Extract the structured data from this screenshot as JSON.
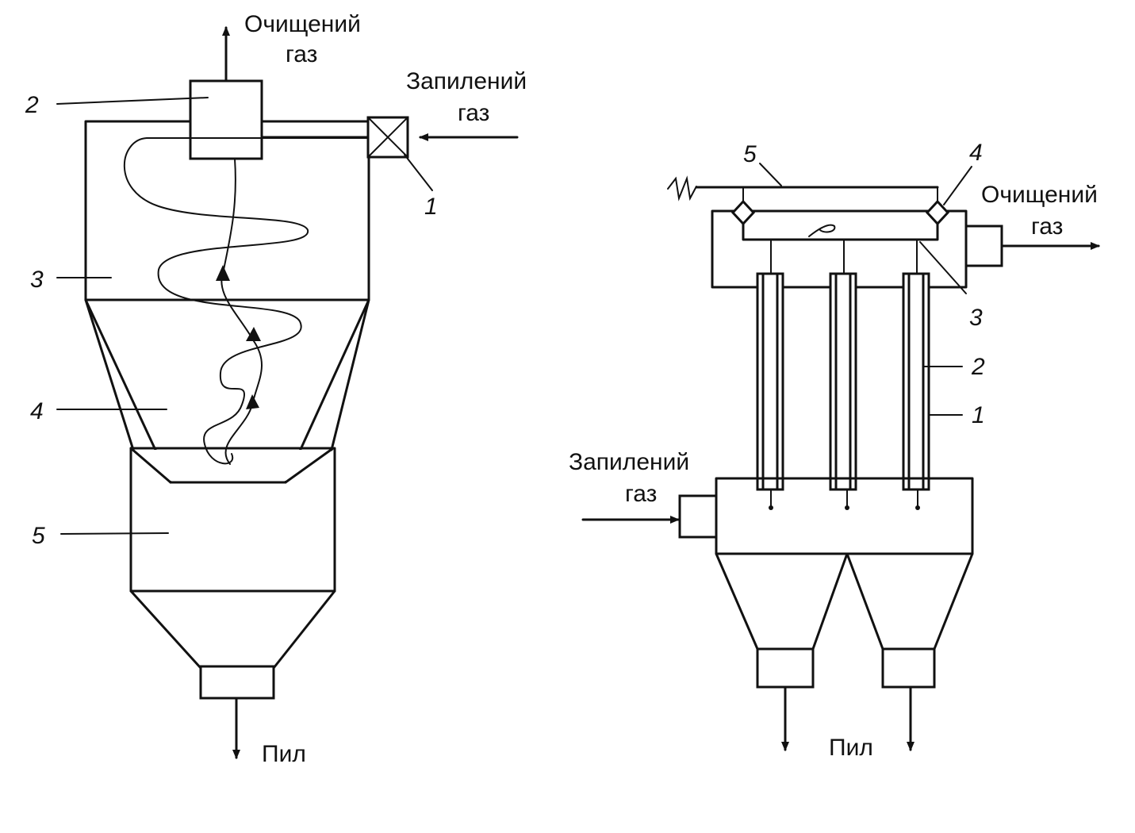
{
  "cyclone": {
    "outlet_label_line1": "Очищений",
    "outlet_label_line2": "газ",
    "inlet_label_line1": "Запилений",
    "inlet_label_line2": "газ",
    "dust_label": "Пил",
    "callouts": [
      "1",
      "2",
      "3",
      "4",
      "5"
    ]
  },
  "battery": {
    "outlet_label_line1": "Очищений",
    "outlet_label_line2": "газ",
    "inlet_label_line1": "Запилений",
    "inlet_label_line2": "газ",
    "dust_label": "Пил",
    "callouts": [
      "1",
      "2",
      "3",
      "4",
      "5"
    ]
  },
  "colors": {
    "ink": "#111111",
    "paper": "#ffffff"
  }
}
